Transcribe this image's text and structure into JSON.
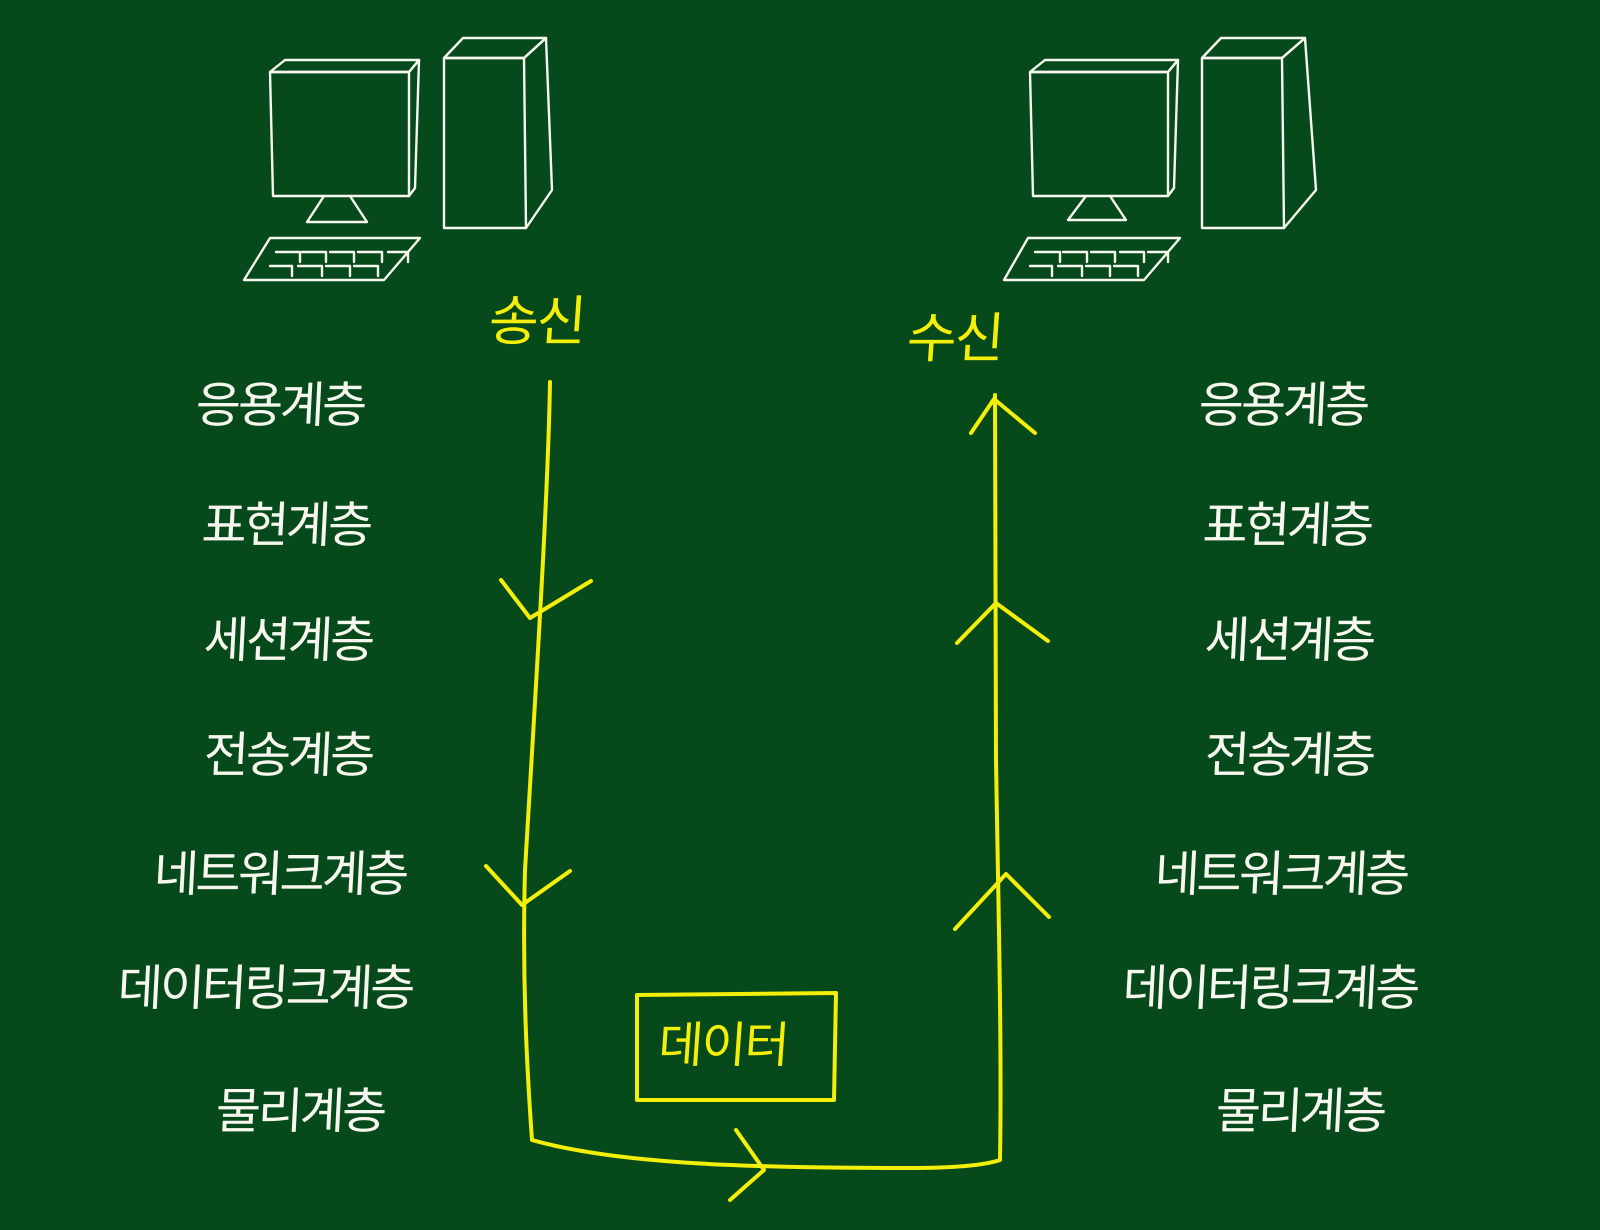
{
  "left": {
    "title": "송신",
    "layers": [
      "응용계층",
      "표현계층",
      "세션계층",
      "전송계층",
      "네트워크계층",
      "데이터링크계층",
      "물리계층"
    ]
  },
  "right": {
    "title": "수신",
    "layers": [
      "응용계층",
      "표현계층",
      "세션계층",
      "전송계층",
      "네트워크계층",
      "데이터링크계층",
      "물리계층"
    ]
  },
  "transfer": {
    "data_label": "데이터"
  },
  "colors": {
    "board": "#064a1b",
    "chalk": "#f7f7ef",
    "highlight": "#f4ef0a"
  },
  "icons": {
    "left_computer": "desktop-computer-icon",
    "right_computer": "desktop-computer-icon"
  }
}
